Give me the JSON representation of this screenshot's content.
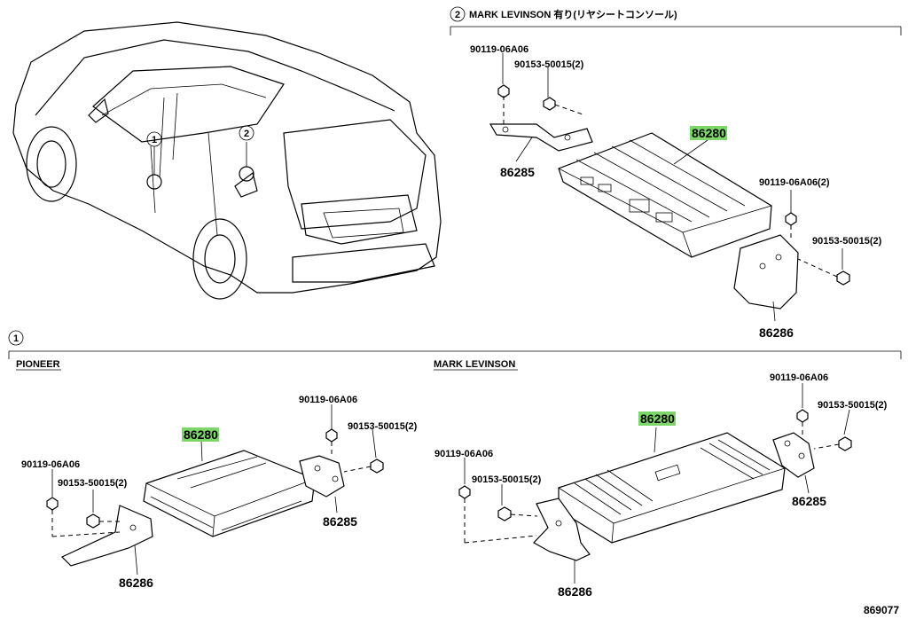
{
  "section2": {
    "callout": "2",
    "heading": "MARK LEVINSON  有り(リヤシートコンソール)"
  },
  "section1": {
    "callout": "1",
    "left_heading": "PIONEER",
    "right_heading": "MARK LEVINSON"
  },
  "vehicle_callouts": [
    "1",
    "2"
  ],
  "parts": {
    "amp": "86280",
    "bracket_a": "86285",
    "bracket_b": "86286",
    "bolt": "90119-06A06",
    "bolt_dual": "90119-06A06(2)",
    "screw": "90153-50015(2)"
  },
  "figure_id": "869077",
  "highlight_color": "#7dd66a"
}
